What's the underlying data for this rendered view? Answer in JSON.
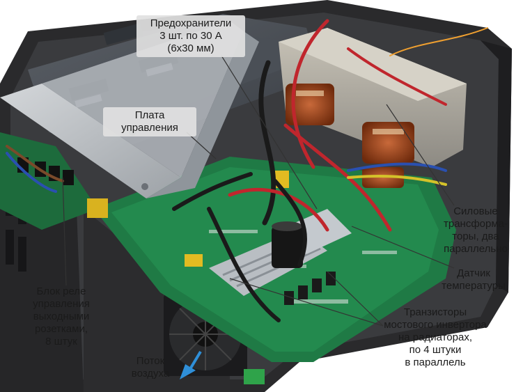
{
  "image": {
    "subject": "opened UPS unit: battery block, control board, power transformers, inverter transistors on heatsinks, relay board",
    "palette": {
      "background": "#ffffff",
      "chassis": "#2a2a2c",
      "pcb": "#1f7a45",
      "metal": "#b8bcc0",
      "transformer_copper": "#a04a1c",
      "battery": "#4b4f55",
      "arrow": "#2f8fd8"
    }
  },
  "labels": {
    "fuses": "Предохранители\n3 шт. по 30 А\n(6х30 мм)",
    "control_board": "Плата\nуправления",
    "transformers": "Силовые\nтрансформа-\nторы, два\nпараллельно",
    "temp_sensor": "Датчик\nтемпературы",
    "transistors": "Транзисторы\nмостового инвертора\nна радиаторах,\nпо 4 штуки\nв параллель",
    "relay_block": "Блок реле\nуправления\nвыходными\nрозетками,\n8 штук",
    "airflow": "Поток\nвоздуха"
  }
}
